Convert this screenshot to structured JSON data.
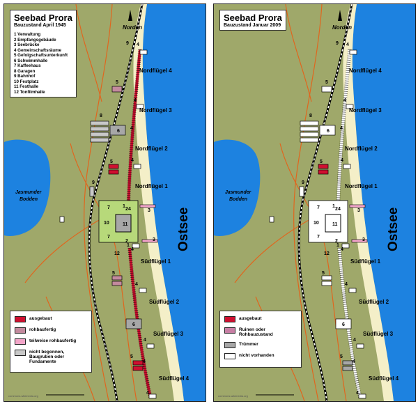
{
  "colors": {
    "sea": "#1d82e0",
    "land": "#9fa86a",
    "beach": "#f4efc8",
    "path": "#e0661e",
    "built": "#cf1030",
    "shell": "#c38a9e",
    "partial": "#f2a5c8",
    "none": "#c8c8c8",
    "ruins": "#c87ea4",
    "rubble": "#a7a7a7",
    "gone": "#ffffff",
    "festplatz": "#b7d97a"
  },
  "labels": {
    "norden": "Norden",
    "ostsee": "Ostsee",
    "jasmunder": "Jasmunder",
    "bodden": "Bodden",
    "nord4": "Nordflügel 4",
    "nord3": "Nordflügel 3",
    "nord2": "Nordflügel 2",
    "nord1": "Nordflügel 1",
    "sued1": "Südflügel 1",
    "sued2": "Südflügel 2",
    "sued3": "Südflügel 3",
    "sued4": "Südflügel 4"
  },
  "map_numbers": [
    "1",
    "2",
    "3",
    "4",
    "5",
    "6",
    "7",
    "8",
    "9",
    "10",
    "11",
    "12"
  ],
  "panels": [
    {
      "title": "Seebad Prora",
      "subtitle": "Bauzustand April 1945",
      "list": [
        "1 Verwaltung",
        "2 Empfangsgebäude",
        "3 Seebrücke",
        "4 Gemeinschaftsräume",
        "5 Gefolgschaftsunterkunft",
        "6 Schwimmhalle",
        "7 Kaffeehaus",
        "8 Garagen",
        "9 Bahnhof",
        "10 Festplatz",
        "11 Festhalle",
        "12 Tonfilmhalle"
      ],
      "legend": [
        {
          "label": "ausgebaut",
          "color": "#cf1030"
        },
        {
          "label": "rohbaufertig",
          "color": "#c38a9e"
        },
        {
          "label": "teilweise rohbaufertig",
          "color": "#f2a5c8"
        },
        {
          "label": "nicht begonnen, Baugruben oder Fundamente",
          "color": "#c8c8c8"
        }
      ],
      "credit": "commons.wikimedia.org"
    },
    {
      "title": "Seebad Prora",
      "subtitle": "Bauzustand Januar 2009",
      "list": [],
      "legend": [
        {
          "label": "ausgebaut",
          "color": "#cf1030"
        },
        {
          "label": "Ruinen oder Rohbauzustand",
          "color": "#c87ea4"
        },
        {
          "label": "Trümmer",
          "color": "#a7a7a7"
        },
        {
          "label": "nicht vorhanden",
          "color": "#ffffff"
        }
      ],
      "credit": "commons.wikimedia.org"
    }
  ]
}
